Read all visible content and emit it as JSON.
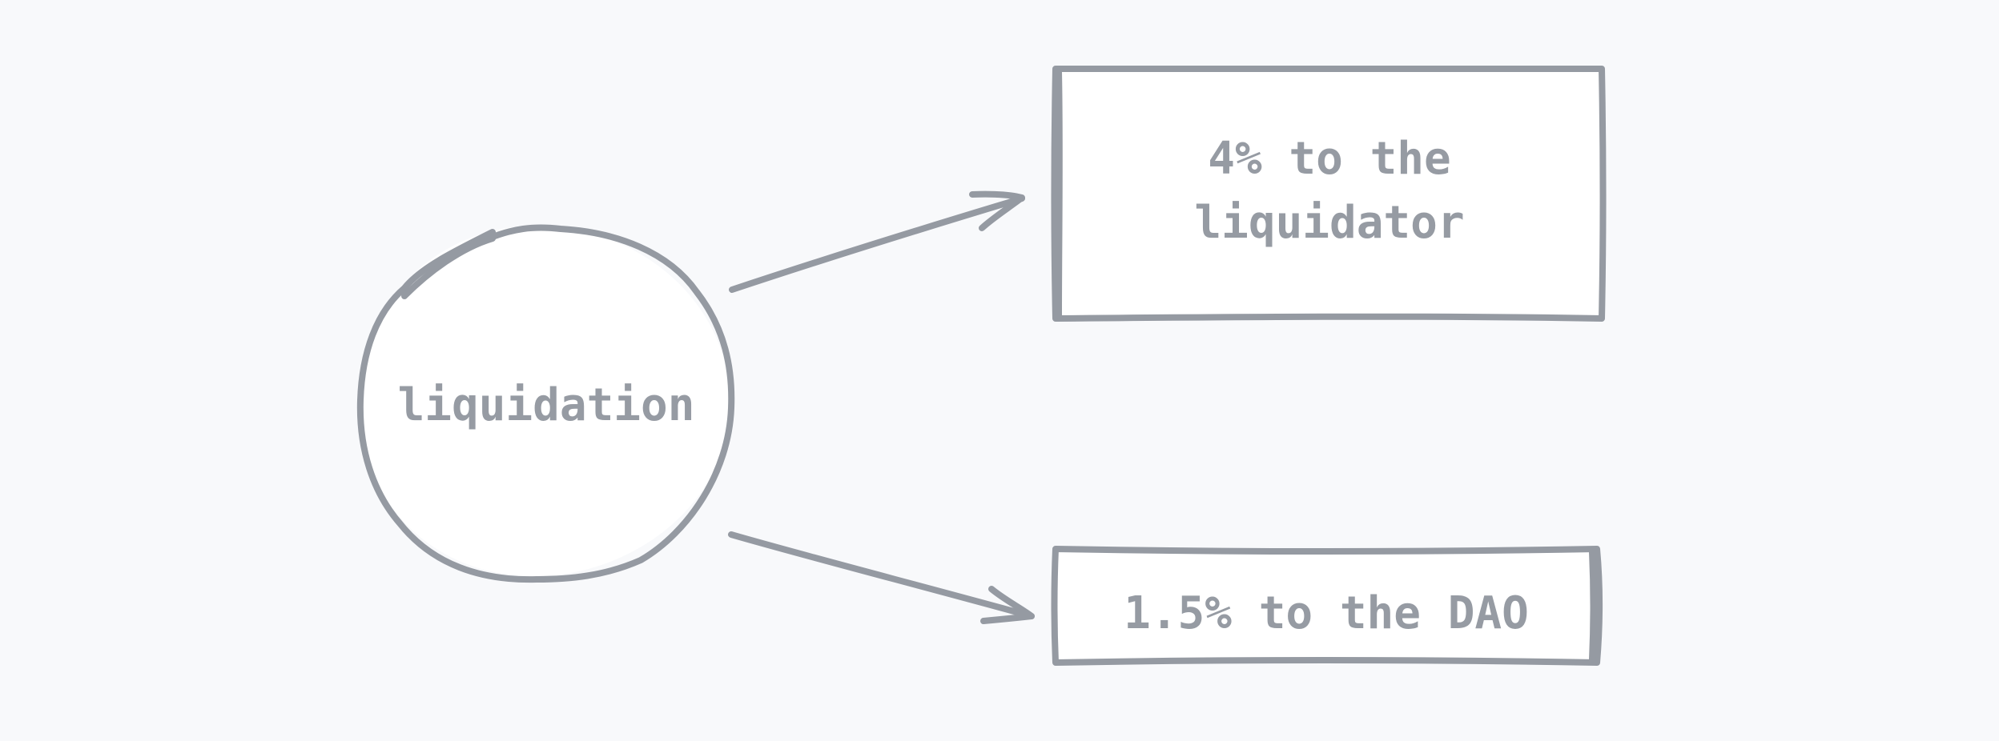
{
  "diagram": {
    "nodes": [
      {
        "id": "liquidation",
        "shape": "circle",
        "text": "liquidation"
      },
      {
        "id": "liquidator-share",
        "shape": "rectangle",
        "lines": [
          "4% to the",
          "liquidator"
        ]
      },
      {
        "id": "dao-share",
        "shape": "rectangle",
        "text": "1.5% to the DAO"
      }
    ],
    "edges": [
      {
        "from": "liquidation",
        "to": "liquidator-share"
      },
      {
        "from": "liquidation",
        "to": "dao-share"
      }
    ],
    "colors": {
      "background": "#f8f9fb",
      "stroke": "#959aa2",
      "text": "#969ba3",
      "shape_fill": "#ffffff"
    }
  }
}
